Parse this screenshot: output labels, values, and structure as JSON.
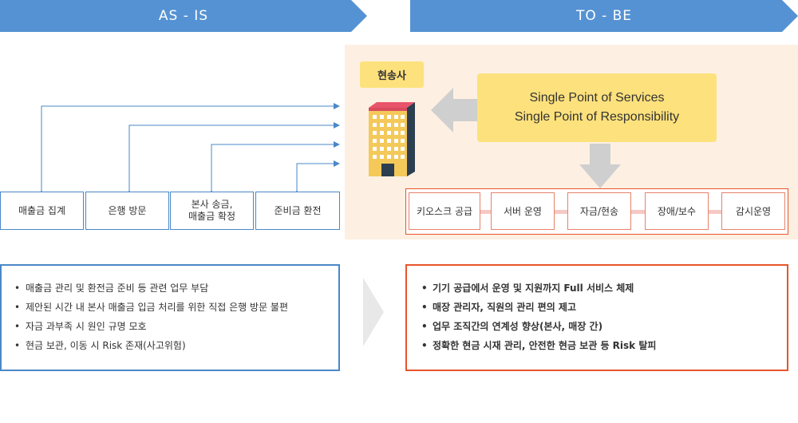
{
  "header": {
    "as_is": "AS - IS",
    "to_be": "TO - BE"
  },
  "as_is": {
    "steps": [
      "매출금 집계",
      "은행 방문",
      "본사 송금,\n매출금 확정",
      "준비금 환전"
    ],
    "issues": [
      "매출금 관리 및 환전금 준비 등 관련 업무 부담",
      "제안된 시간 내 본사 매출금 입금 처리를 위한 직접 은행 방문 불편",
      "자금 과부족 시 원인 규명 모호",
      "현금 보관, 이동 시 Risk 존재(사고위험)"
    ]
  },
  "to_be": {
    "company_label": "현송사",
    "spos_line1": "Single Point of Services",
    "spos_line2": "Single Point of Responsibility",
    "services": [
      "키오스크 공급",
      "서버 운영",
      "자금/현송",
      "장애/보수",
      "감시운영"
    ],
    "benefits": [
      "기기 공급에서 운영 및 지원까지 Full 서비스 체제",
      "매장 관리자, 직원의 관리 편의 제고",
      "업무 조직간의 연계성 향상(본사, 매장 간)",
      "정확한 현금 시재 관리, 안전한 현금 보관 등 Risk 탈피"
    ]
  },
  "colors": {
    "blue": "#5592d3",
    "orange": "#e8542a",
    "yellow": "#fde17c",
    "peach": "#fdf0e2"
  }
}
